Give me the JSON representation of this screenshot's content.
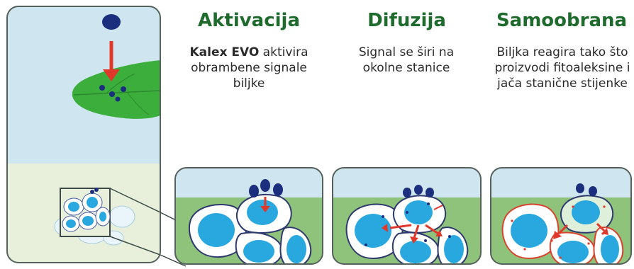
{
  "steps": [
    {
      "title": "Aktivacija",
      "product": "Kalex EVO",
      "text": " aktivira obrambene signale biljke"
    },
    {
      "title": "Difuzija",
      "text": "Signal se širi na okolne stanice"
    },
    {
      "title": "Samoobrana",
      "text": "Biljka reagira tako što proizvodi fitoaleksine i jača stanične stijenke"
    }
  ],
  "colors": {
    "title_green": "#1f6b2e",
    "sky": "#cfe6f0",
    "field": "#8fc27a",
    "leaf": "#3cae3c",
    "nucleus": "#29a8df",
    "molecule": "#1c2f7f",
    "arrow": "#e0382b",
    "panel_border": "#55615c"
  }
}
